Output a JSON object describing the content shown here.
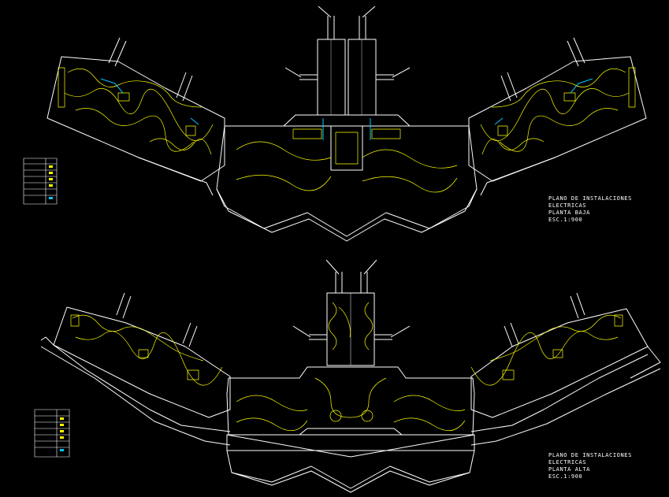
{
  "plans": [
    {
      "id": "planta-baja",
      "title_lines": [
        "PLANO DE INSTALACIONES",
        "ELECTRICAS",
        "PLANTA BAJA",
        "ESC.1:900"
      ]
    },
    {
      "id": "planta-alta",
      "title_lines": [
        "PLANO DE INSTALACIONES",
        "ELECTRICAS",
        "PLANTA ALTA",
        "ESC.1:900"
      ]
    }
  ],
  "colors": {
    "background": "#000000",
    "walls": "#ffffff",
    "electrical": "#ffff00",
    "accent": "#00c8ff",
    "text": "#ffffff"
  }
}
